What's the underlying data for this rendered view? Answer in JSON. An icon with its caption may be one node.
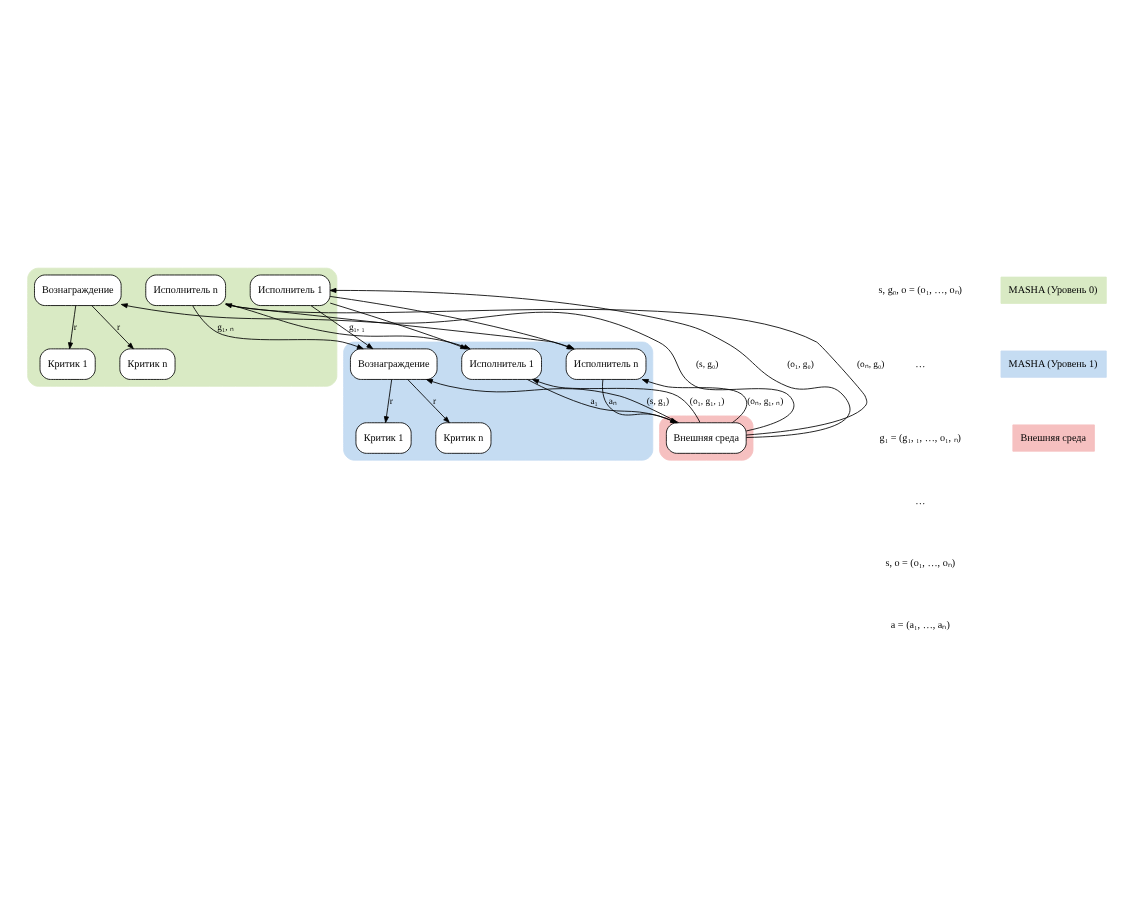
{
  "diagram": {
    "nodes": [
      {
        "text": [],
        "shape": "box"
      },
      {
        "text": [
          "Вознаграждение"
        ],
        "in": 0
      },
      {
        "text": [
          "Критик 1"
        ],
        "in": 0
      },
      {
        "text": [
          "Критик n"
        ],
        "in": 0
      },
      {
        "text": [
          "Исполнитель 1"
        ],
        "in": 0
      },
      {
        "text": [
          "Исполнитель n"
        ],
        "in": 0
      },
      {
        "text": [],
        "shape": "box"
      },
      {
        "text": [
          "Вознаграждение"
        ],
        "in": 6
      },
      {
        "text": [
          "Критик 1"
        ],
        "in": 6
      },
      {
        "text": [
          "Критик n"
        ],
        "in": 6
      },
      {
        "text": [
          "Исполнитель 1"
        ],
        "in": 6
      },
      {
        "text": [
          "Исполнитель n"
        ],
        "in": 6
      },
      {
        "text": [],
        "shape": "box"
      },
      {
        "text": [
          "Внешняя среда"
        ],
        "in": 12
      }
    ],
    "edges": [
      {
        "from": 1,
        "to": 2,
        "arrow": "to",
        "label": "r"
      },
      {
        "from": 1,
        "to": 3,
        "arrow": "to",
        "label": "r"
      },
      {
        "from": 13,
        "to": 1,
        "arrow": "to",
        "label": "(s, g₀)"
      },
      {
        "from": 13,
        "to": 4,
        "arrow": "to",
        "label": "(o₁, g₀)"
      },
      {
        "from": 13,
        "to": 5,
        "arrow": "to",
        "label": "(oₙ, g₀)"
      },
      {
        "from": 7,
        "to": 8,
        "arrow": "to",
        "label": "r"
      },
      {
        "from": 7,
        "to": 9,
        "arrow": "to",
        "label": "r"
      },
      {
        "from": 4,
        "to": 7,
        "arrow": "to",
        "label": "g₁, ₁"
      },
      {
        "from": 4,
        "to": 10,
        "arrow": "to"
      },
      {
        "from": 4,
        "to": 11,
        "arrow": "to"
      },
      {
        "from": 5,
        "to": 7,
        "arrow": "to",
        "label": "g₁, ₙ"
      },
      {
        "from": 5,
        "to": 10,
        "arrow": "to"
      },
      {
        "from": 5,
        "to": 11,
        "arrow": "to"
      },
      {
        "from": 13,
        "to": 7,
        "arrow": "to",
        "label": "(s, g₁)"
      },
      {
        "from": 13,
        "to": 10,
        "arrow": "to",
        "label": "(o₁, g₁, ₁)"
      },
      {
        "from": 13,
        "to": 11,
        "arrow": "to",
        "label": "(oₙ, g₁, ₙ)"
      },
      {
        "from": 10,
        "to": 13,
        "arrow": "to",
        "label": "a₁"
      },
      {
        "from": 11,
        "to": 13,
        "arrow": "to",
        "label": "aₙ"
      }
    ],
    "labels": [
      "s, g₀, o = (o₁, …, oₙ)",
      "…",
      "g₁ = (g₁, ₁, …, o₁, ₙ)",
      "…",
      "s, o = (o₁, …, oₙ)",
      "a = (a₁, …, aₙ)"
    ],
    "legend": [
      {
        "text": "MASHA (Уровень 0)",
        "color": "#d9eac4"
      },
      {
        "text": "MASHA (Уровень 1)",
        "color": "#c5dcf2"
      },
      {
        "text": "Внешняя среда",
        "color": "#f6c0c0"
      }
    ]
  }
}
